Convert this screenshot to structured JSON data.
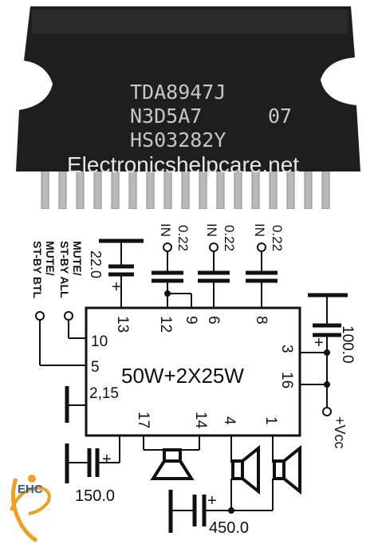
{
  "chip": {
    "line1": "TDA8947J",
    "line2": "N3D5A7",
    "line2_right": "07",
    "line3": "HS03282Y"
  },
  "watermark": "Electronicshelpcare.net",
  "ic": {
    "label": "50W+2X25W",
    "pins": {
      "p13": "13",
      "p12": "12",
      "p9": "9",
      "p6": "6",
      "p8": "8",
      "p10": "10",
      "p5": "5",
      "p215": "2,15",
      "p3": "3",
      "p16": "16",
      "p17": "17",
      "p14": "14",
      "p4": "4",
      "p1": "1"
    }
  },
  "labels": {
    "mute_all": "MUTE/\nST-BY ALL",
    "mute_all_1": "MUTE/",
    "mute_all_2": "ST-BY ALL",
    "mute_btl_1": "MUTE/",
    "mute_btl_2": "ST-BY BTL",
    "in1": "IN",
    "in2": "IN",
    "in3": "IN",
    "vcc": "+Vcc"
  },
  "capacitors": {
    "c_22": "22.0",
    "c_in1": "0.22",
    "c_in2": "0.22",
    "c_in3": "0.22",
    "c_100": "100.0",
    "c_150": "150.0",
    "c_450": "450.0",
    "plus": "+"
  },
  "logo": {
    "text": "EHC"
  },
  "colors": {
    "chip_body": "#1e1e1e",
    "pins": "#b5b5b5",
    "logo_orange": "#f0a020",
    "logo_blue": "#1f5fa8"
  }
}
